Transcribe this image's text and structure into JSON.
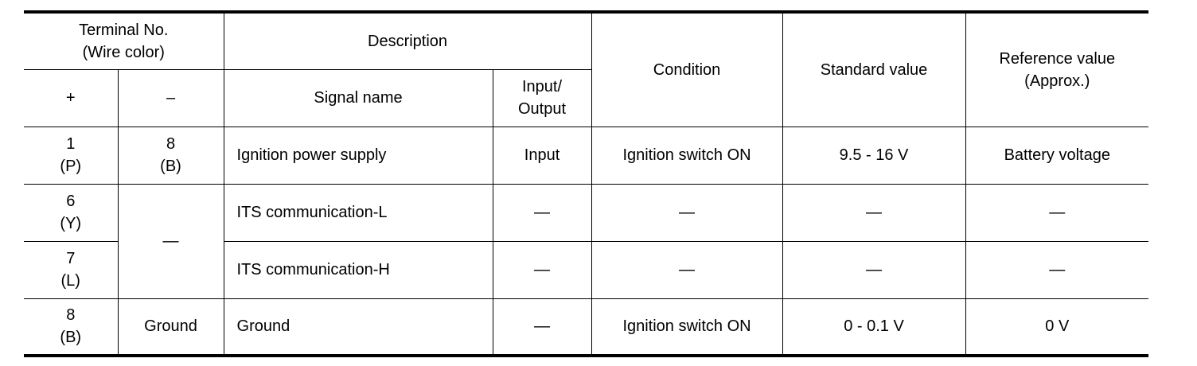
{
  "header": {
    "terminal_no_line1": "Terminal No.",
    "terminal_no_line2": "(Wire color)",
    "plus": "+",
    "minus": "–",
    "description": "Description",
    "signal_name": "Signal name",
    "io_line1": "Input/",
    "io_line2": "Output",
    "condition": "Condition",
    "standard_value": "Standard value",
    "reference_line1": "Reference value",
    "reference_line2": "(Approx.)"
  },
  "rows": [
    {
      "plus_num": "1",
      "plus_color": "(P)",
      "minus_num": "8",
      "minus_color": "(B)",
      "signal_name": "Ignition power supply",
      "io": "Input",
      "condition": "Ignition switch ON",
      "standard_value": "9.5 - 16 V",
      "reference_value": "Battery voltage"
    },
    {
      "plus_num": "6",
      "plus_color": "(Y)",
      "signal_name": "ITS communication-L",
      "io": "—",
      "condition": "—",
      "standard_value": "—",
      "reference_value": "—"
    },
    {
      "plus_num": "7",
      "plus_color": "(L)",
      "signal_name": "ITS communication-H",
      "io": "—",
      "condition": "—",
      "standard_value": "—",
      "reference_value": "—"
    },
    {
      "plus_num": "8",
      "plus_color": "(B)",
      "minus_text": "Ground",
      "signal_name": "Ground",
      "io": "—",
      "condition": "Ignition switch ON",
      "standard_value": "0 - 0.1 V",
      "reference_value": "0 V"
    }
  ],
  "shared_minus_rows_2_3": "—"
}
